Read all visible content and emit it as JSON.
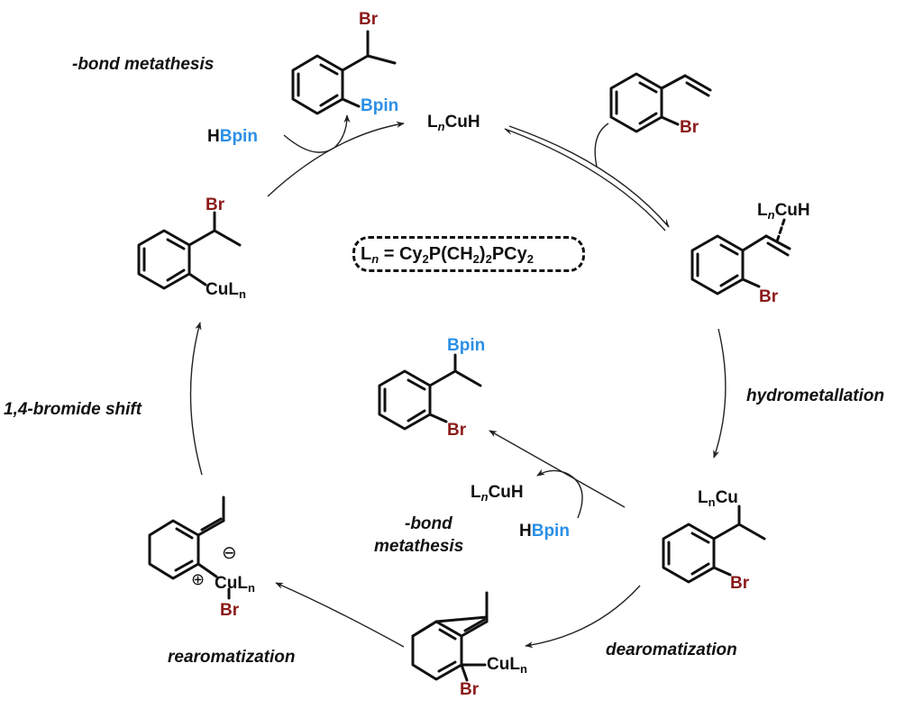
{
  "colors": {
    "bromine": "#8b1a1a",
    "boron": "#2a8fe6",
    "bond": "#111111"
  },
  "ligand": {
    "lhs": "L",
    "lhs_sub": "n",
    "equals": " = ",
    "rhs_parts": [
      "Cy",
      "2",
      "P(CH",
      "2",
      ")",
      "2",
      "PCy",
      "2"
    ]
  },
  "catalyst": {
    "top": {
      "L": "L",
      "n": "n",
      "rest": "CuH"
    },
    "center": {
      "L": "L",
      "n": "n",
      "rest": "CuH"
    }
  },
  "reagents": {
    "hbpin_top": {
      "h": "H",
      "bpin": "Bpin"
    },
    "hbpin_center": {
      "h": "H",
      "bpin": "Bpin"
    }
  },
  "steps": {
    "sigma_bond_metathesis_top": "-bond metathesis",
    "sigma_bond_metathesis_center_line1": "-bond",
    "sigma_bond_metathesis_center_line2": "metathesis",
    "hydrometallation": "hydrometallation",
    "dearomatization": "dearomatization",
    "rearomatization": "rearomatization",
    "bromide_shift": "1,4-bromide shift"
  },
  "structures": {
    "product_top": {
      "br": "Br",
      "bpin": "Bpin"
    },
    "substrate": {
      "br": "Br"
    },
    "pi_complex": {
      "cat_L": "L",
      "cat_n": "n",
      "cat_rest": "CuH",
      "br": "Br"
    },
    "alkyl_cu": {
      "cu_L": "L",
      "cu_n": "n",
      "cu_rest": "Cu",
      "br": "Br"
    },
    "dearomatized": {
      "cu": "CuL",
      "cu_n": "n",
      "br": "Br"
    },
    "zwitterion": {
      "minus": "⊖",
      "plus": "⊕",
      "cu": "CuL",
      "cu_n": "n",
      "br": "Br"
    },
    "aryl_cu": {
      "br": "Br",
      "cu": "CuL",
      "cu_n": "n"
    },
    "product_center": {
      "bpin": "Bpin",
      "br": "Br"
    }
  }
}
